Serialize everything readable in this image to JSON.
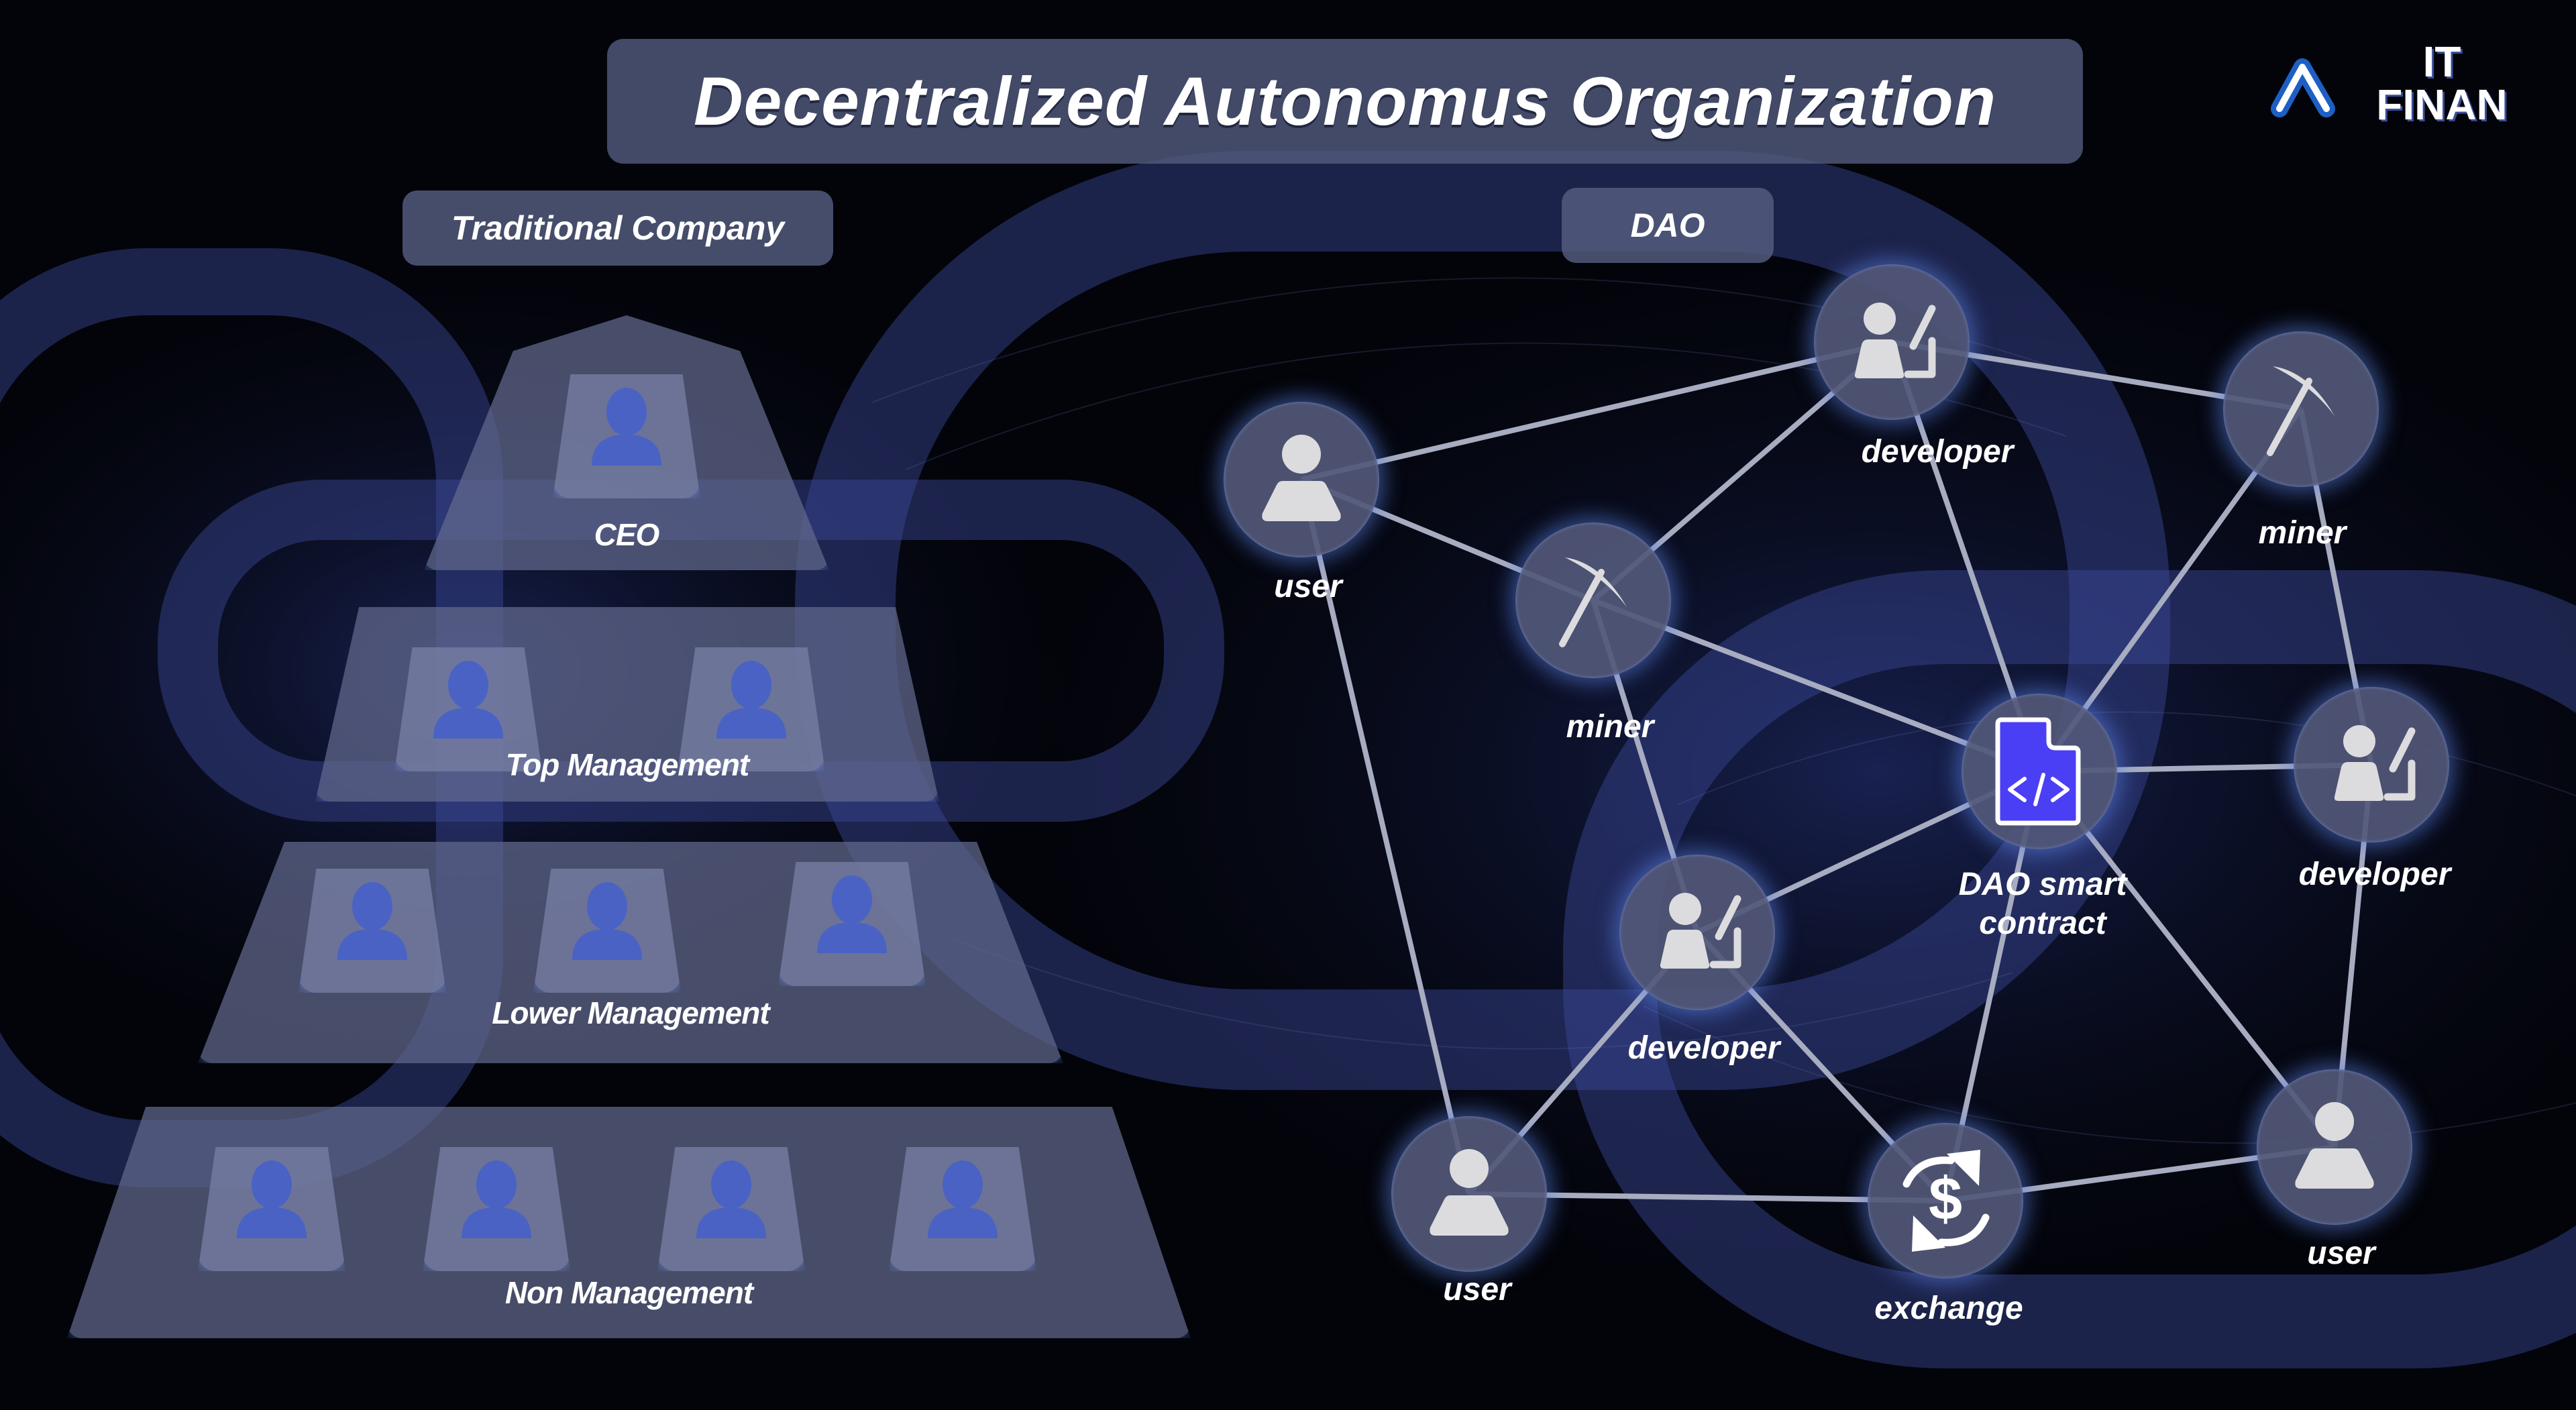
{
  "title": "Decentralized Autonomus Organization",
  "logo": {
    "line1": "IT",
    "line2": "FINAN",
    "icon": "chevron-a-logo-icon",
    "accent": "#1d5fc4"
  },
  "sections": {
    "traditional": "Traditional Company",
    "dao": "DAO"
  },
  "traditional_company": {
    "tiers": [
      {
        "label": "CEO",
        "people": 1
      },
      {
        "label": "Top Management",
        "people": 2
      },
      {
        "label": "Lower Management",
        "people": 3
      },
      {
        "label": "Non Management",
        "people": 4
      }
    ],
    "person_color": "#4a62c4"
  },
  "dao_network": {
    "nodes": [
      {
        "id": "user1",
        "label": "user",
        "icon": "user-icon"
      },
      {
        "id": "dev1",
        "label": "developer",
        "icon": "developer-icon"
      },
      {
        "id": "miner1",
        "label": "miner",
        "icon": "pickaxe-icon"
      },
      {
        "id": "miner2",
        "label": "miner",
        "icon": "pickaxe-icon"
      },
      {
        "id": "contract",
        "label": "DAO smart contract",
        "icon": "code-file-icon"
      },
      {
        "id": "dev2",
        "label": "developer",
        "icon": "developer-icon"
      },
      {
        "id": "dev3",
        "label": "developer",
        "icon": "developer-icon"
      },
      {
        "id": "user2",
        "label": "user",
        "icon": "user-icon"
      },
      {
        "id": "exchange",
        "label": "exchange",
        "icon": "dollar-exchange-icon"
      },
      {
        "id": "user3",
        "label": "user",
        "icon": "user-icon"
      }
    ],
    "contract_label_line1": "DAO smart",
    "contract_label_line2": "contract",
    "contract_color": "#4a3ff5",
    "edge_color": "#a8acc0"
  }
}
